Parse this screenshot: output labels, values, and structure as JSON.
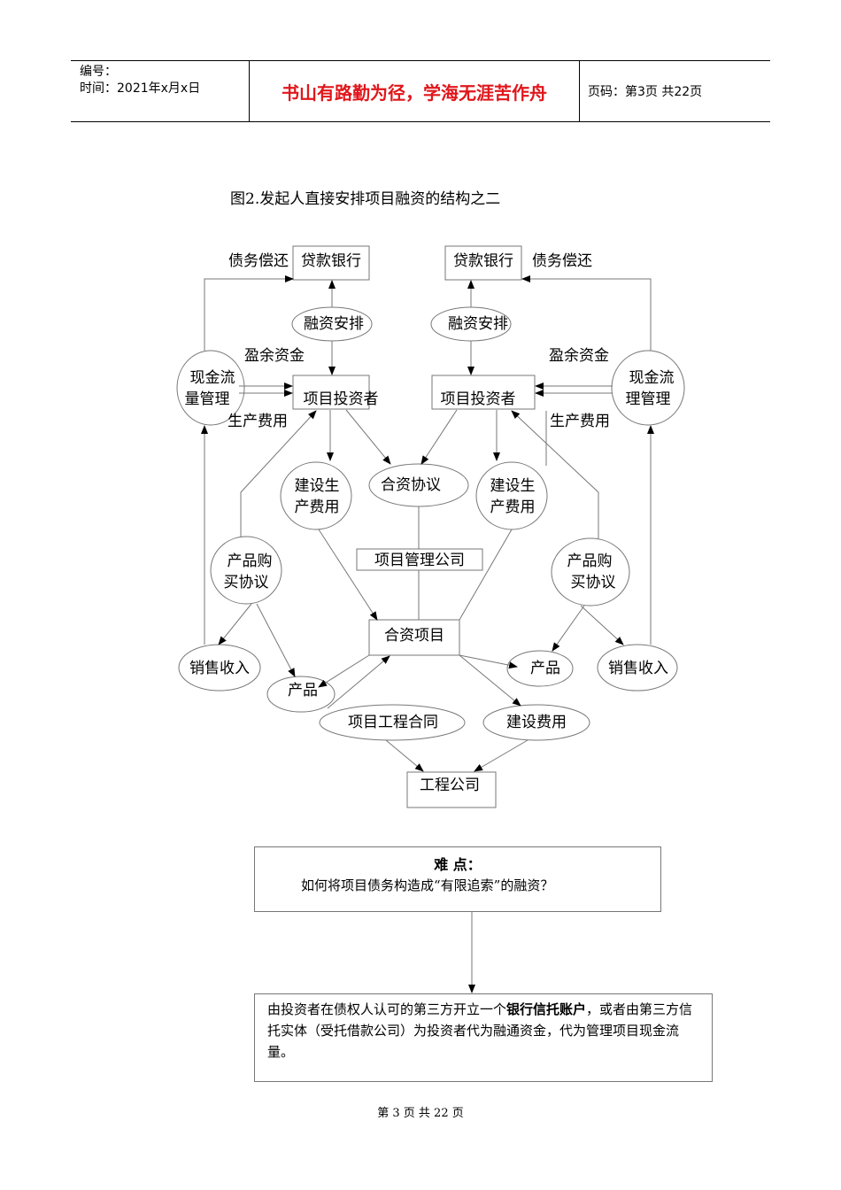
{
  "header": {
    "number_label": "编号：",
    "time_label": "时间：2021年x月x日",
    "motto": "书山有路勤为径，学海无涯苦作舟",
    "page_label": "页码：第3页  共22页"
  },
  "figure": {
    "title": "图2.发起人直接安排项目融资的结构之二",
    "nodes": {
      "bank_left": "贷款银行",
      "bank_right": "贷款银行",
      "debt_left": "债务偿还",
      "debt_right": "债务偿还",
      "financing_left": "融资安排",
      "financing_right": "融资安排",
      "surplus_left": "盈余资金",
      "surplus_right": "盈余资金",
      "cash_left_l1": "现金流",
      "cash_left_l2": "量管理",
      "cash_right_l1": "现金流",
      "cash_right_l2": "理管理",
      "investor_left": "项目投资者",
      "investor_right": "项目投资者",
      "prodcost_left": "生产费用",
      "prodcost_right": "生产费用",
      "build_left_l1": "建设生",
      "build_left_l2": "产费用",
      "build_right_l1": "建设生",
      "build_right_l2": "产费用",
      "jv_agreement": "合资协议",
      "mgmt_company": "项目管理公司",
      "purchase_left_l1": "产品购",
      "purchase_left_l2": "买协议",
      "purchase_right_l1": "产品购",
      "purchase_right_l2": "买协议",
      "jv_project": "合资项目",
      "sales_left": "销售收入",
      "sales_right": "销售收入",
      "product_left": "产品",
      "product_right": "产品",
      "eng_contract": "项目工程合同",
      "build_cost": "建设费用",
      "eng_company": "工程公司"
    }
  },
  "difficulty": {
    "title": "难  点：",
    "question": "如何将项目债务构造成“有限追索”的融资？"
  },
  "solution": {
    "text_before": "由投资者在债权人认可的第三方开立一个",
    "bold": "银行信托账户",
    "text_after": "，或者由第三方信托实体（受托借款公司）为投资者代为融通资金，代为管理项目现金流量。"
  },
  "footer": {
    "page": "第 3 页 共 22 页"
  }
}
